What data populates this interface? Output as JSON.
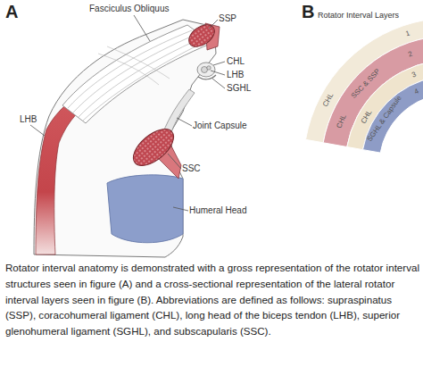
{
  "diagram": {
    "caption": "Rotator interval anatomy is demonstrated with a gross representation of the rotator interval structures seen in figure (A) and a cross-sectional representation of the lateral rotator interval layers seen in figure (B). Abbreviations are defined as follows: supraspinatus (SSP), coracohumeral ligament (CHL), long head of the biceps tendon (LHB), superior glenohumeral ligament (SGHL), and subscapularis (SSC).",
    "nodes": [
      {
        "text": [
          "1",
          "CHL"
        ]
      },
      {
        "text": [
          "2",
          "CHL",
          "SSC & SSP"
        ]
      },
      {
        "text": [
          "3",
          "CHL"
        ]
      },
      {
        "text": [
          "4",
          "SGHL & Capsule"
        ]
      }
    ],
    "labels": [
      "A",
      "Fasciculus Obliquus",
      "SSP",
      "CHL",
      "LHB",
      "SGHL",
      "Joint Capsule",
      "SSC",
      "LHB",
      "Humeral Head",
      "B",
      "Rotator Interval Layers"
    ]
  }
}
